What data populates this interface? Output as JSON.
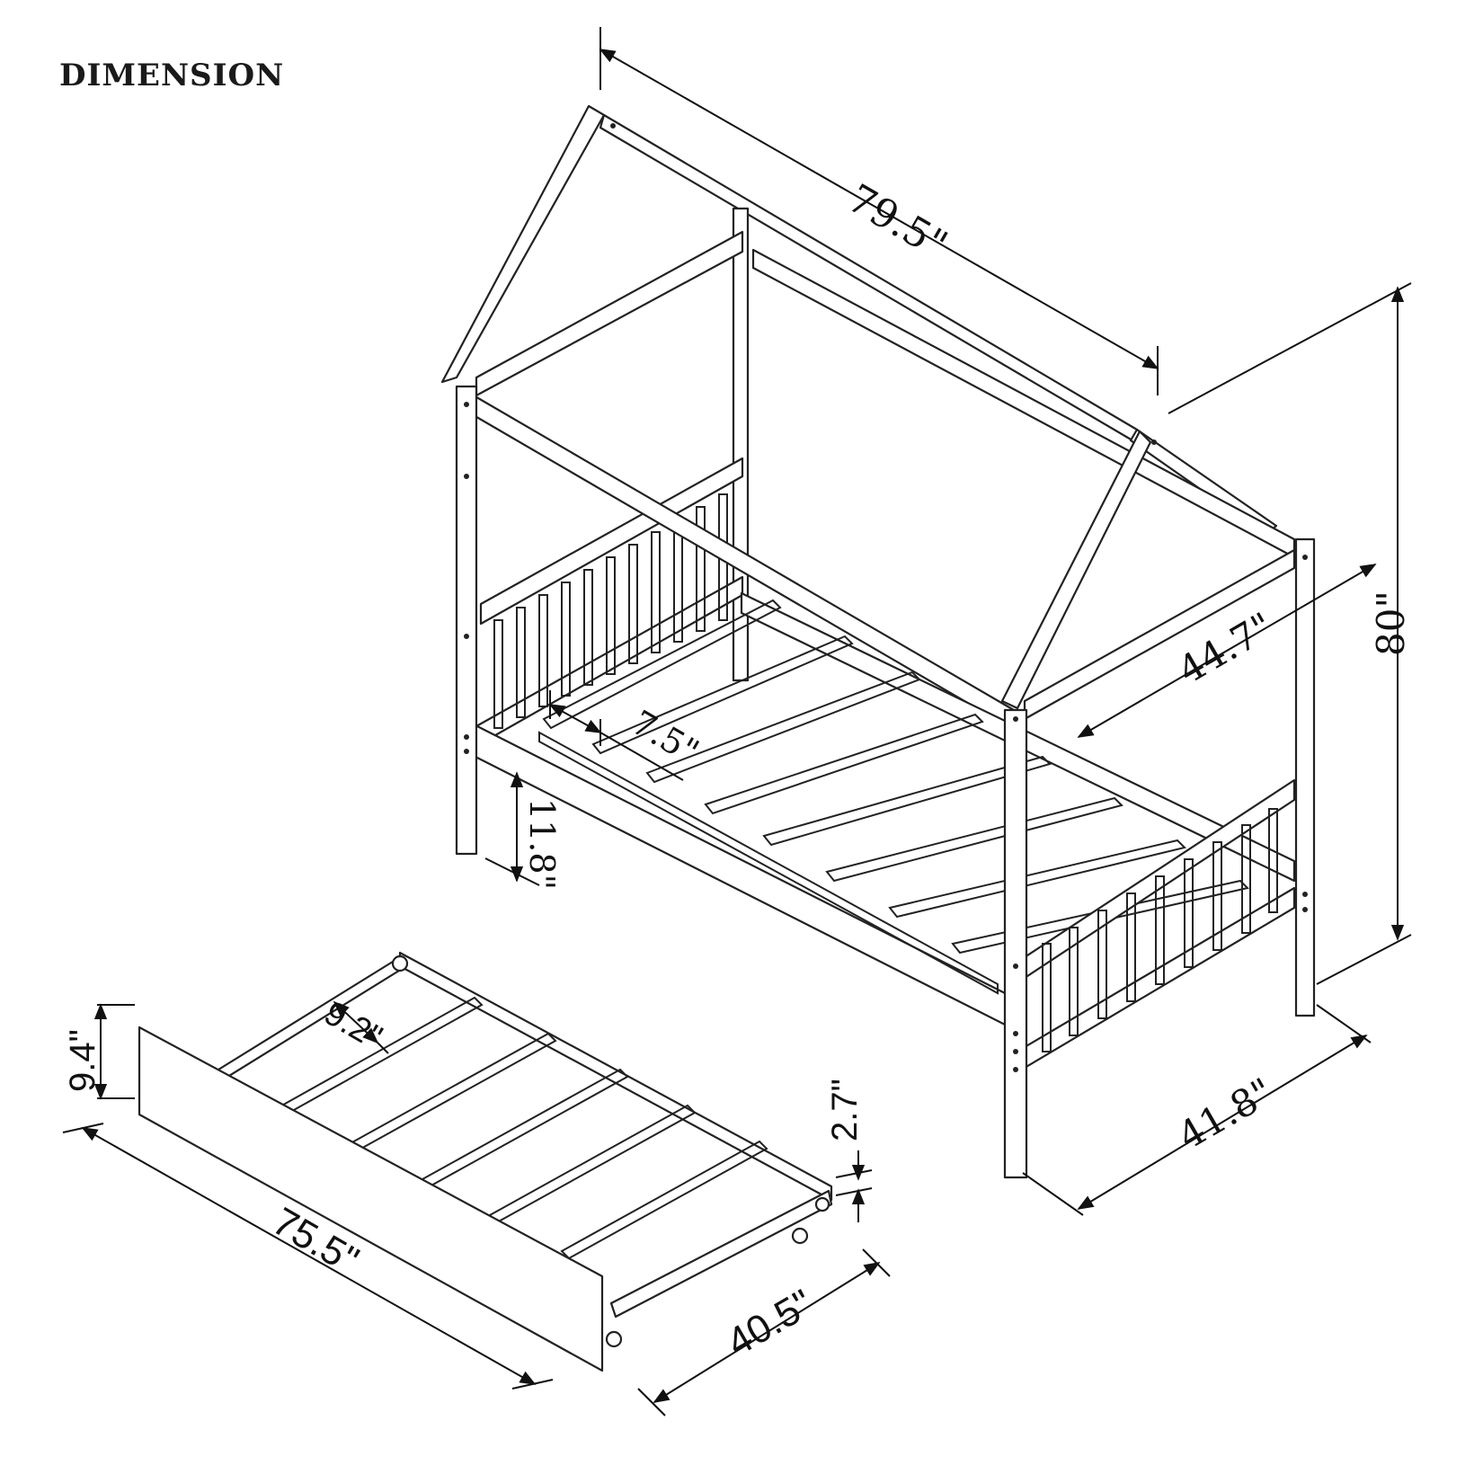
{
  "title": "DIMENSION",
  "dimensions": {
    "bed_length": "79.5\"",
    "total_height": "80\"",
    "inner_width": "44.7\"",
    "outer_width": "41.8\"",
    "slat_gap": "7.5\"",
    "leg_clearance": "11.8\"",
    "trundle_height": "9.4\"",
    "trundle_slat_gap": "9.2\"",
    "trundle_length": "75.5\"",
    "trundle_width": "40.5\"",
    "wheel_height": "2.7\""
  }
}
